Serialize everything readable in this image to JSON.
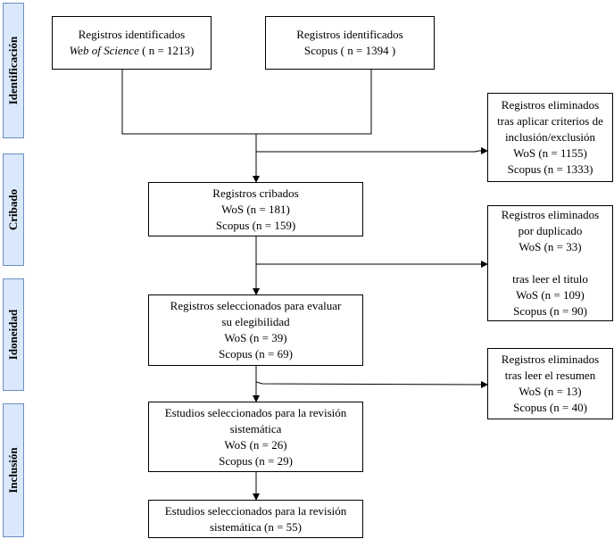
{
  "phases": {
    "identification": "Identificación",
    "screening": "Cribado",
    "eligibility": "Idoneidad",
    "inclusion": "Inclusión"
  },
  "boxes": {
    "wos_identified": {
      "line1": "Registros identificados",
      "source": "Web of Science",
      "count": "( n = 1213)"
    },
    "scopus_identified": {
      "line1": "Registros identificados",
      "line2": "Scopus ( n = 1394 )"
    },
    "excluded_criteria": {
      "lines": [
        "Registros eliminados",
        "tras aplicar criterios de",
        "inclusión/exclusión",
        "WoS (n = 1155)",
        "Scopus (n = 1333)"
      ]
    },
    "screened": {
      "lines": [
        "Registros cribados",
        "WoS (n = 181)",
        "Scopus (n = 159)"
      ]
    },
    "excluded_duplicates": {
      "lines_top": [
        "Registros eliminados",
        "por duplicado",
        "WoS (n = 33)"
      ],
      "lines_bottom": [
        "tras leer el titulo",
        "WoS (n = 109)",
        "Scopus (n = 90)"
      ]
    },
    "selected_eligibility": {
      "lines": [
        "Registros seleccionados para evaluar",
        "su elegibilidad",
        "WoS (n = 39)",
        "Scopus (n = 69)"
      ]
    },
    "excluded_abstract": {
      "lines": [
        "Registros eliminados",
        "tras leer el resumen",
        "WoS (n = 13)",
        "Scopus (n = 40)"
      ]
    },
    "selected_review": {
      "lines": [
        "Estudios seleccionados para la revisión",
        "sistemática",
        "WoS (n = 26)",
        "Scopus (n = 29)"
      ]
    },
    "final_review": {
      "lines": [
        "Estudios seleccionados para la revisión",
        "sistemática (n = 55)"
      ]
    }
  }
}
